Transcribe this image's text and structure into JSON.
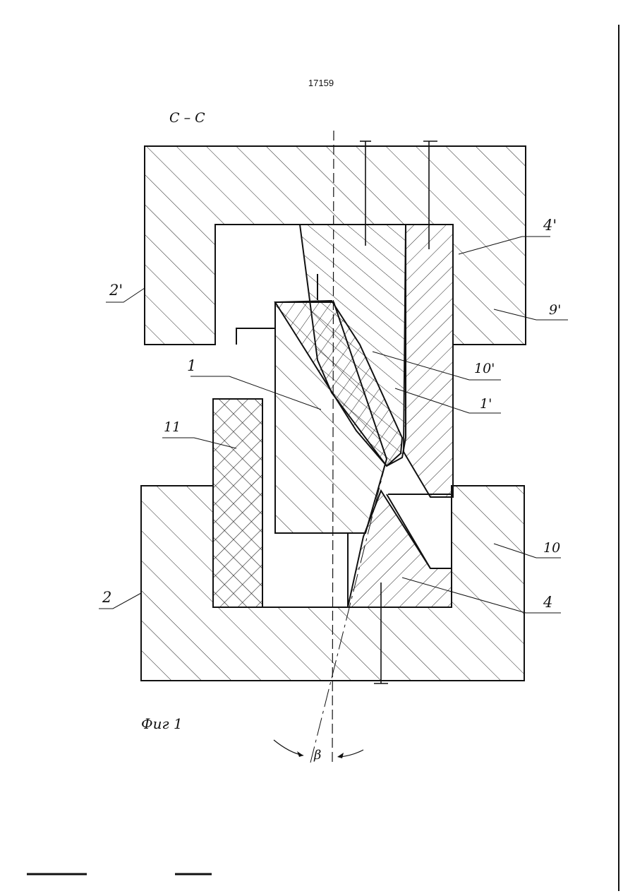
{
  "header": {
    "doc_number": "17159"
  },
  "drawing": {
    "section_label": "С – С",
    "figure_label": "Фиг 1",
    "angle_label": "β"
  },
  "labels": {
    "upper_die": "2'",
    "upper_insert": "4'",
    "upper_face": "9'",
    "upper_wedge": "10'",
    "upper_blade": "1'",
    "main_blade": "1",
    "spring_pad": "11",
    "lower_die": "2",
    "lower_face": "10",
    "lower_insert": "4"
  },
  "colors": {
    "ink": "#111111",
    "paper": "#ffffff"
  }
}
